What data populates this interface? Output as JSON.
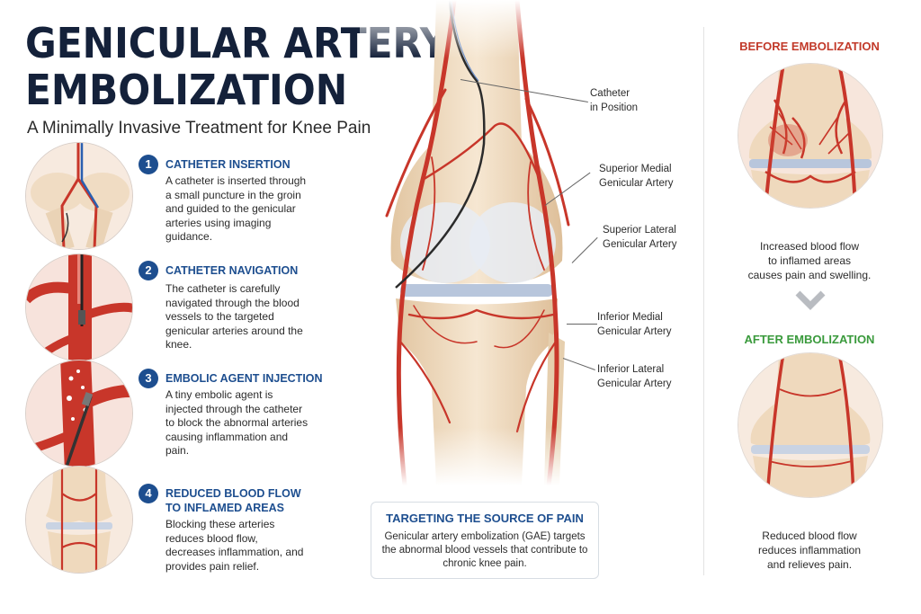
{
  "header": {
    "title_line1": "GENICULAR ARTERY",
    "title_line2": "EMBOLIZATION",
    "subtitle": "A Minimally Invasive Treatment for Knee Pain"
  },
  "steps": [
    {
      "number": "1",
      "title": "CATHETER INSERTION",
      "body": "A catheter is inserted through a small puncture in the groin and guided to the genicular arteries using imaging guidance."
    },
    {
      "number": "2",
      "title": "CATHETER NAVIGATION",
      "body": "The catheter is carefully navigated through the blood vessels to the targeted genicular arteries around the knee."
    },
    {
      "number": "3",
      "title": "EMBOLIC AGENT INJECTION",
      "body": "A tiny embolic agent is injected through the catheter to block the abnormal arteries causing inflammation and pain."
    },
    {
      "number": "4",
      "title_line1": "REDUCED BLOOD FLOW",
      "title_line2": "TO INFLAMED AREAS",
      "body": "Blocking these arteries reduces blood flow, decreases inflammation, and provides pain relief."
    }
  ],
  "labels": {
    "catheter_line1": "Catheter",
    "catheter_line2": "in Position",
    "sup_medial_line1": "Superior Medial",
    "sup_medial_line2": "Genicular Artery",
    "sup_lateral_line1": "Superior Lateral",
    "sup_lateral_line2": "Genicular Artery",
    "inf_medial_line1": "Inferior Medial",
    "inf_medial_line2": "Genicular Artery",
    "inf_lateral_line1": "Inferior Lateral",
    "inf_lateral_line2": "Genicular Artery"
  },
  "source": {
    "title": "TARGETING THE SOURCE OF PAIN",
    "body": "Genicular artery embolization (GAE) targets the abnormal blood vessels that contribute to chronic knee pain."
  },
  "before": {
    "title": "BEFORE EMBOLIZATION",
    "caption_line1": "Increased blood flow",
    "caption_line2": "to inflamed areas",
    "caption_line3": "causes pain and swelling."
  },
  "after": {
    "title": "AFTER EMBOLIZATION",
    "caption_line1": "Reduced blood flow",
    "caption_line2": "reduces inflammation",
    "caption_line3": "and relieves pain."
  },
  "colors": {
    "title": "#14213a",
    "accent_blue": "#1d4e8f",
    "before_red": "#c23a2a",
    "after_green": "#3a9a3c",
    "artery": "#c8362a",
    "bone": "#efd9bd"
  },
  "icons": [
    "chevron-down-icon"
  ]
}
